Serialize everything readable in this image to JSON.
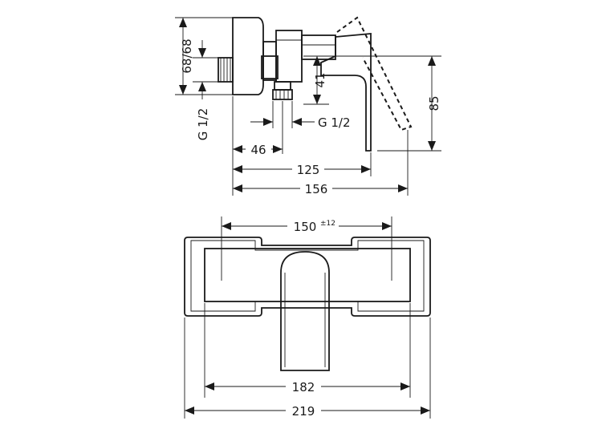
{
  "diagram": {
    "side_view": {
      "dim_68_68": "68/68",
      "dim_thread_left": "G 1/2",
      "dim_41": "41",
      "dim_thread_right": "G 1/2",
      "dim_85": "85",
      "dim_46": "46",
      "dim_125": "125",
      "dim_156": "156"
    },
    "front_view": {
      "dim_150": "150",
      "dim_150_tolerance": "±12",
      "dim_182": "182",
      "dim_219": "219"
    }
  }
}
